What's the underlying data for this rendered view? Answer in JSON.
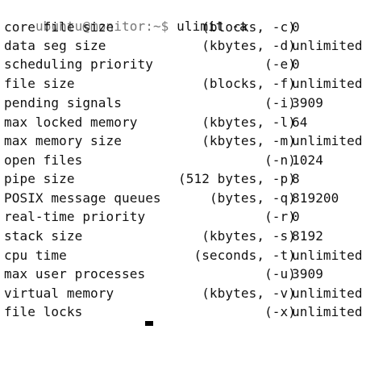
{
  "prompt": {
    "user_host": "ubuntu@monitor",
    "separator": ":",
    "path": "~",
    "dollar": "$",
    "command": " ulimit -a"
  },
  "limits": [
    {
      "name": "core file size",
      "unit": "(blocks, -c)",
      "value": "0"
    },
    {
      "name": "data seg size",
      "unit": "(kbytes, -d)",
      "value": "unlimited"
    },
    {
      "name": "scheduling priority",
      "unit": "(-e)",
      "value": "0"
    },
    {
      "name": "file size",
      "unit": "(blocks, -f)",
      "value": "unlimited"
    },
    {
      "name": "pending signals",
      "unit": "(-i)",
      "value": "3909"
    },
    {
      "name": "max locked memory",
      "unit": "(kbytes, -l)",
      "value": "64"
    },
    {
      "name": "max memory size",
      "unit": "(kbytes, -m)",
      "value": "unlimited"
    },
    {
      "name": "open files",
      "unit": "(-n)",
      "value": "1024"
    },
    {
      "name": "pipe size",
      "unit": "(512 bytes, -p)",
      "value": "8"
    },
    {
      "name": "POSIX message queues",
      "unit": "(bytes, -q)",
      "value": "819200"
    },
    {
      "name": "real-time priority",
      "unit": "(-r)",
      "value": "0"
    },
    {
      "name": "stack size",
      "unit": "(kbytes, -s)",
      "value": "8192"
    },
    {
      "name": "cpu time",
      "unit": "(seconds, -t)",
      "value": "unlimited"
    },
    {
      "name": "max user processes",
      "unit": "(-u)",
      "value": "3909"
    },
    {
      "name": "virtual memory",
      "unit": "(kbytes, -v)",
      "value": "unlimited"
    },
    {
      "name": "file locks",
      "unit": "(-x)",
      "value": "unlimited"
    }
  ]
}
